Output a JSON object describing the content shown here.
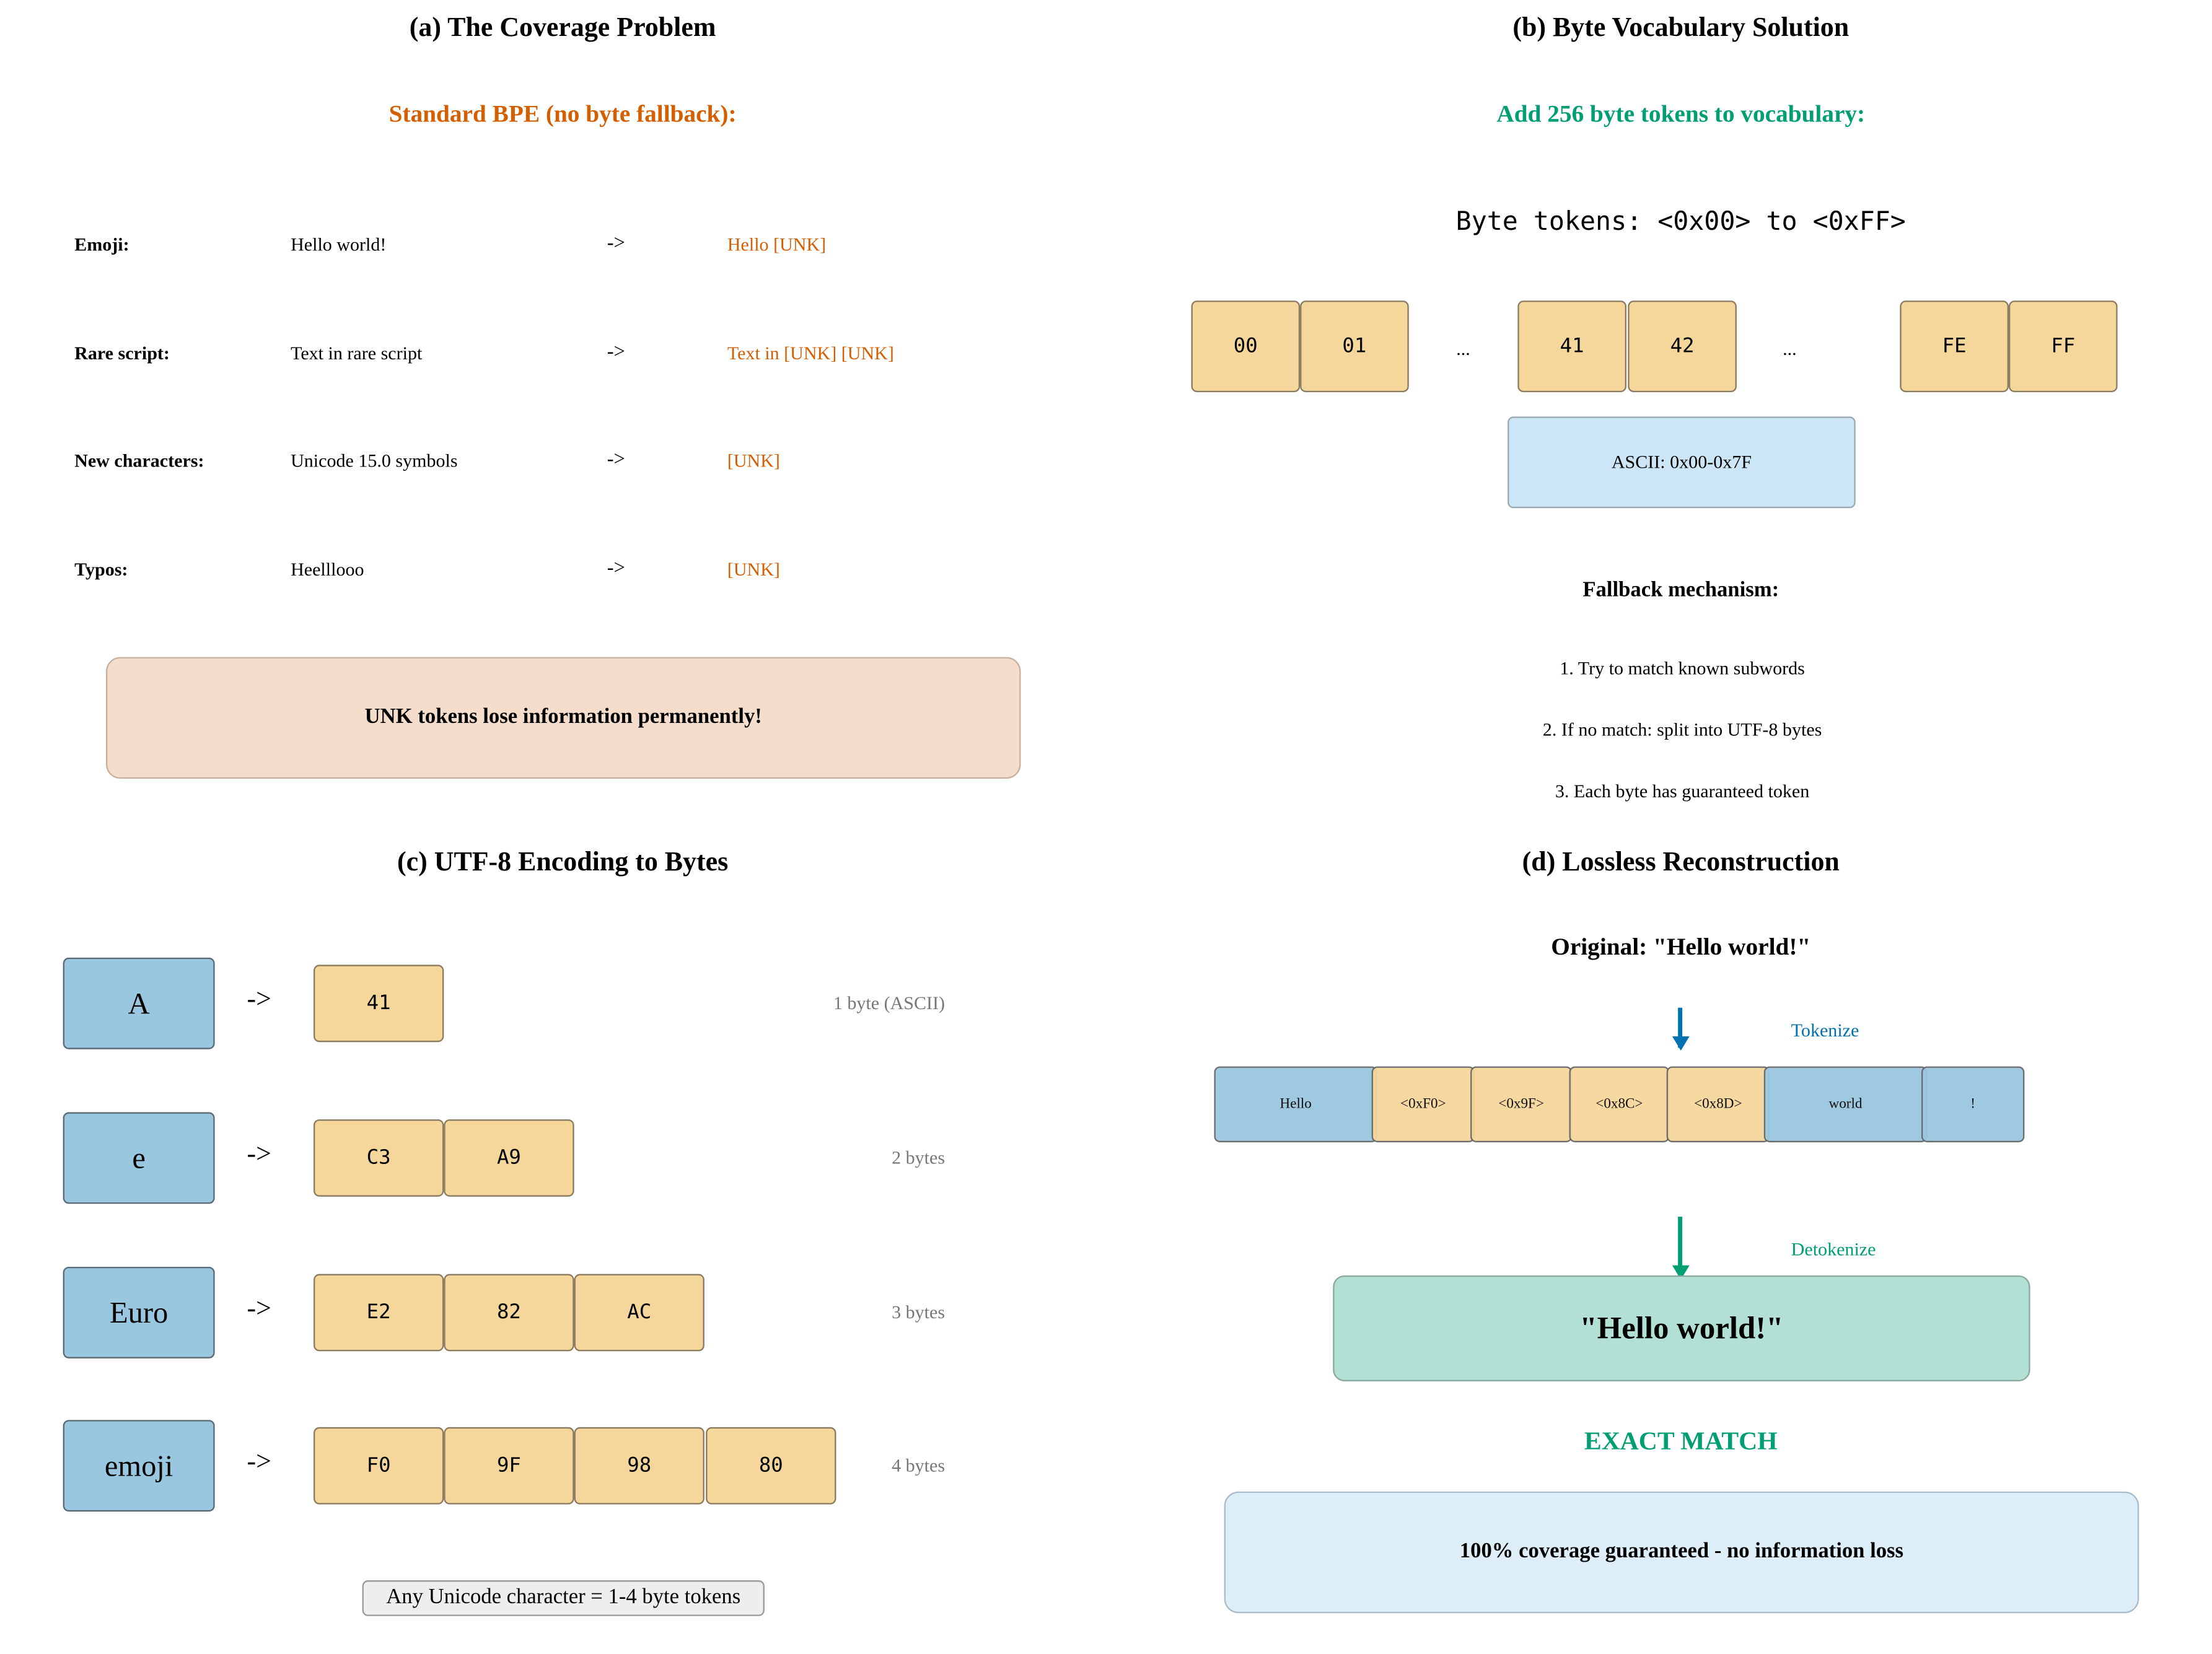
{
  "panel_a": {
    "title": "(a) The Coverage Problem",
    "subtitle": "Standard BPE (no byte fallback):",
    "rows": [
      {
        "label": "Emoji:",
        "input": "Hello world!",
        "arrow": "->",
        "output": "Hello [UNK]"
      },
      {
        "label": "Rare script:",
        "input": "Text in rare script",
        "arrow": "->",
        "output": "Text in [UNK] [UNK]"
      },
      {
        "label": "New characters:",
        "input": "Unicode 15.0 symbols",
        "arrow": "->",
        "output": "[UNK]"
      },
      {
        "label": "Typos:",
        "input": "Heelllooo",
        "arrow": "->",
        "output": "[UNK]"
      }
    ],
    "warning": "UNK tokens lose information permanently!"
  },
  "panel_b": {
    "title": "(b) Byte Vocabulary Solution",
    "subtitle": "Add 256 byte tokens to vocabulary:",
    "range_text": "Byte tokens: <0x00> to <0xFF>",
    "bytes": [
      "00",
      "01",
      "...",
      "41",
      "42",
      "...",
      "FE",
      "FF"
    ],
    "ascii_label": "ASCII: 0x00-0x7F",
    "fallback_title": "Fallback mechanism:",
    "steps": [
      "1. Try to match known subwords",
      "2. If no match: split into UTF-8 bytes",
      "3. Each byte has guaranteed token"
    ]
  },
  "panel_c": {
    "title": "(c) UTF-8 Encoding to Bytes",
    "rows": [
      {
        "char": "A",
        "arrow": "->",
        "bytes": [
          "41"
        ],
        "note": "1 byte (ASCII)"
      },
      {
        "char": "e",
        "arrow": "->",
        "bytes": [
          "C3",
          "A9"
        ],
        "note": "2 bytes"
      },
      {
        "char": "Euro",
        "arrow": "->",
        "bytes": [
          "E2",
          "82",
          "AC"
        ],
        "note": "3 bytes"
      },
      {
        "char": "emoji",
        "arrow": "->",
        "bytes": [
          "F0",
          "9F",
          "98",
          "80"
        ],
        "note": "4 bytes"
      }
    ],
    "footer": "Any Unicode character = 1-4 byte tokens"
  },
  "panel_d": {
    "title": "(d) Lossless Reconstruction",
    "original": "Original: \"Hello world!\"",
    "tokenize_label": "Tokenize",
    "tokens": [
      "Hello",
      "<0xF0>",
      "<0x9F>",
      "<0x8C>",
      "<0x8D>",
      "world",
      "!"
    ],
    "detokenize_label": "Detokenize",
    "result": "\"Hello world!\"",
    "match_label": "EXACT MATCH",
    "guarantee": "100% coverage guaranteed - no information loss"
  },
  "colors": {
    "orange": "#d55e00",
    "green": "#009e73",
    "blue": "#0072b2",
    "byte_fill": "#f5d79b",
    "char_fill": "#9ac7e0"
  }
}
